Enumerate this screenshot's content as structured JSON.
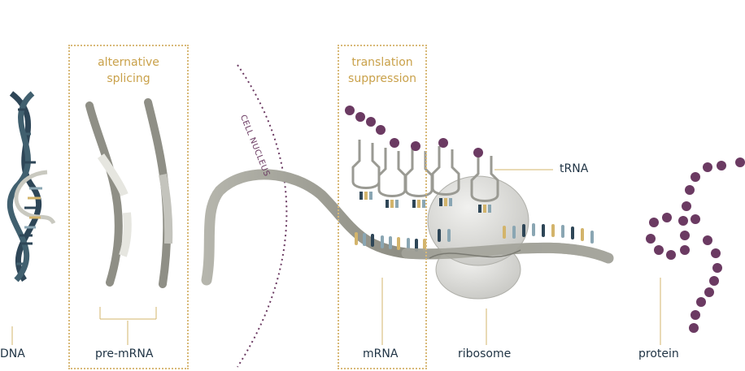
{
  "labels": {
    "dna": "DNA",
    "pre_mrna": "pre-mRNA",
    "mrna": "mRNA",
    "ribosome": "ribosome",
    "protein": "protein",
    "trna": "tRNA",
    "cell_nucleus": "CELL NUCLEUS"
  },
  "boxes": {
    "alternative_splicing": [
      "alternative",
      "splicing"
    ],
    "translation_suppression": [
      "translation",
      "suppression"
    ]
  },
  "colors": {
    "accent_gold": "#c9a14a",
    "dna_blue": "#2e4657",
    "protein_purple": "#6b3a62",
    "rna_gray": "#8f8f86",
    "ribosome_gray": "#d9d9d6"
  }
}
